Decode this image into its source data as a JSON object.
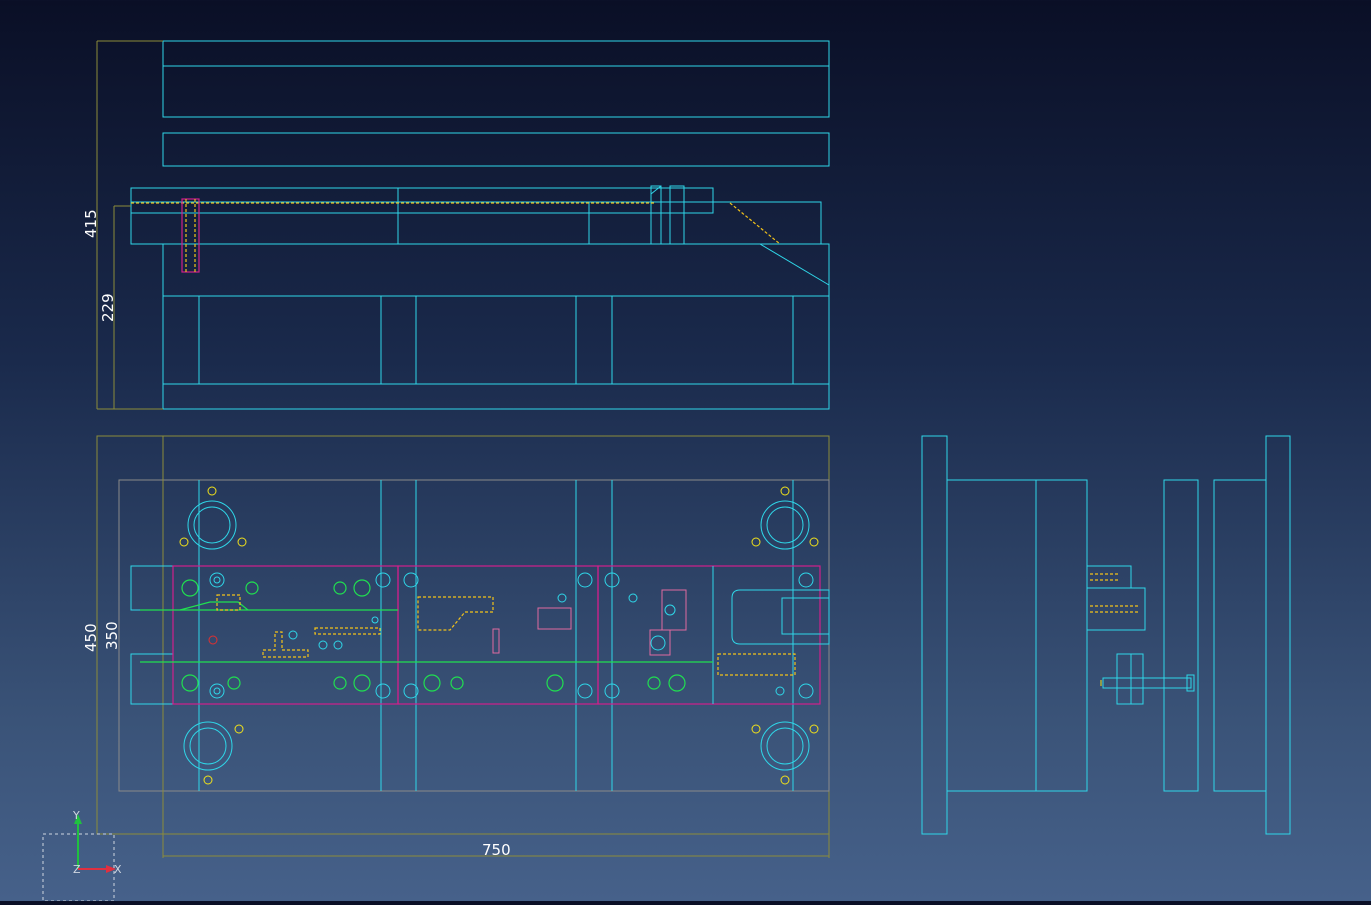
{
  "dimensions": {
    "top_height": "415",
    "top_inner_height": "229",
    "plan_outer_height": "450",
    "plan_inner_height": "350",
    "plan_width": "750"
  },
  "axis_gizmo": {
    "y_label": "Y",
    "x_label": "X",
    "z_label": "Z"
  },
  "colors": {
    "geometry": "#2fd6e8",
    "dimension": "#8c8c3a",
    "insert_outline": "#d0208c",
    "hidden_line": "#f2c21a",
    "strip": "#20e050",
    "background_top": "#0a0f26",
    "background_bottom": "#46618a"
  }
}
